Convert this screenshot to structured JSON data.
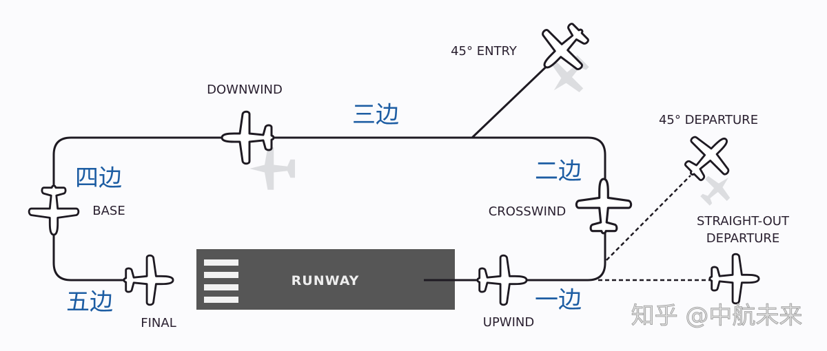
{
  "labels": {
    "entry": "45° ENTRY",
    "downwind": "DOWNWIND",
    "departure45": "45° DEPARTURE",
    "crosswind": "CROSSWIND",
    "base": "BASE",
    "straight_out_line1": "STRAIGHT-OUT",
    "straight_out_line2": "DEPARTURE",
    "final": "FINAL",
    "upwind": "UPWIND",
    "runway": "RUNWAY"
  },
  "legs_cn": {
    "upwind": "一边",
    "crosswind": "二边",
    "downwind": "三边",
    "base": "四边",
    "final": "五边"
  },
  "watermark": "知乎 @中航未来",
  "colors": {
    "line": "#1e1a22",
    "runway": "#565656",
    "leg_label": "#1d5da3",
    "text": "#2a2030"
  }
}
